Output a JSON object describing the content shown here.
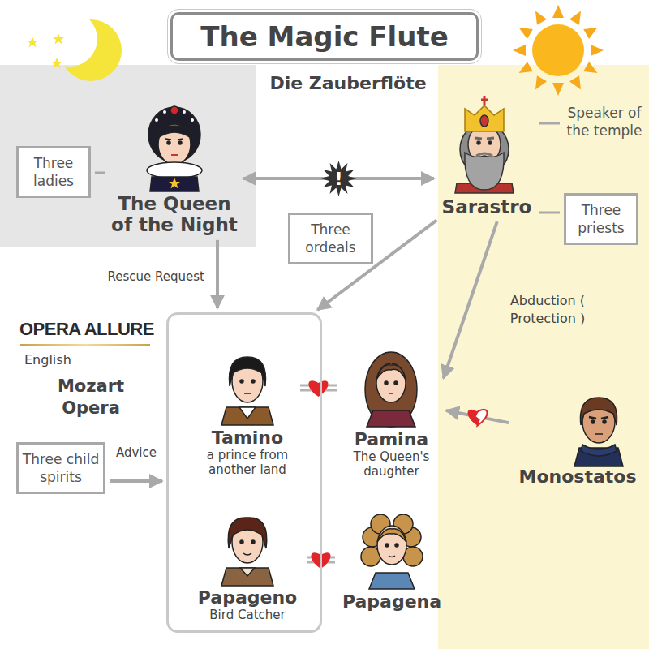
{
  "diagram": {
    "title": "The Magic Flute",
    "nodes": [
      {
        "text": [
          "Speaker of the temple"
        ]
      },
      {
        "text": [
          "Three ladies"
        ]
      },
      {
        "text": [
          "The Queen of the Night"
        ]
      },
      {
        "text": [
          "Sarastro"
        ]
      },
      {
        "text": [
          "Three priests"
        ]
      },
      {
        "text": [
          "Three ordeals"
        ]
      },
      {
        "text": []
      },
      {
        "text": [
          "Tamino",
          "a prince from another land"
        ],
        "in": 6
      },
      {
        "text": [
          "Pamina",
          "The Queen's daughter"
        ]
      },
      {
        "text": [
          "Papageno",
          "Bird Catcher"
        ],
        "in": 6
      },
      {
        "text": [
          "Papagena"
        ]
      },
      {
        "text": [
          "Three child spirits"
        ]
      },
      {
        "text": [
          "Monostatos"
        ]
      }
    ],
    "edges": [
      {
        "from": 2,
        "to": 3,
        "arrow": "both",
        "label": "!"
      },
      {
        "from": 1,
        "to": 2,
        "arrow": "none"
      },
      {
        "from": 3,
        "to": 0,
        "arrow": "none"
      },
      {
        "from": 3,
        "to": 4,
        "arrow": "none"
      },
      {
        "from": 2,
        "to": 6,
        "arrow": "to",
        "label": "Rescue Request"
      },
      {
        "from": 3,
        "to": 6,
        "arrow": "to"
      },
      {
        "from": 3,
        "to": 8,
        "arrow": "to",
        "label": "Abduction ( Protection )"
      },
      {
        "from": 12,
        "to": 8,
        "arrow": "to"
      },
      {
        "from": 11,
        "to": 6,
        "arrow": "to",
        "label": "Advice"
      },
      {
        "from": 7,
        "to": 8,
        "arrow": "none"
      },
      {
        "from": 9,
        "to": 10,
        "arrow": "none"
      }
    ],
    "labels": [
      "Die Zauberflöte",
      "OPERA ALLURE",
      "English",
      "Mozart Opera"
    ]
  }
}
